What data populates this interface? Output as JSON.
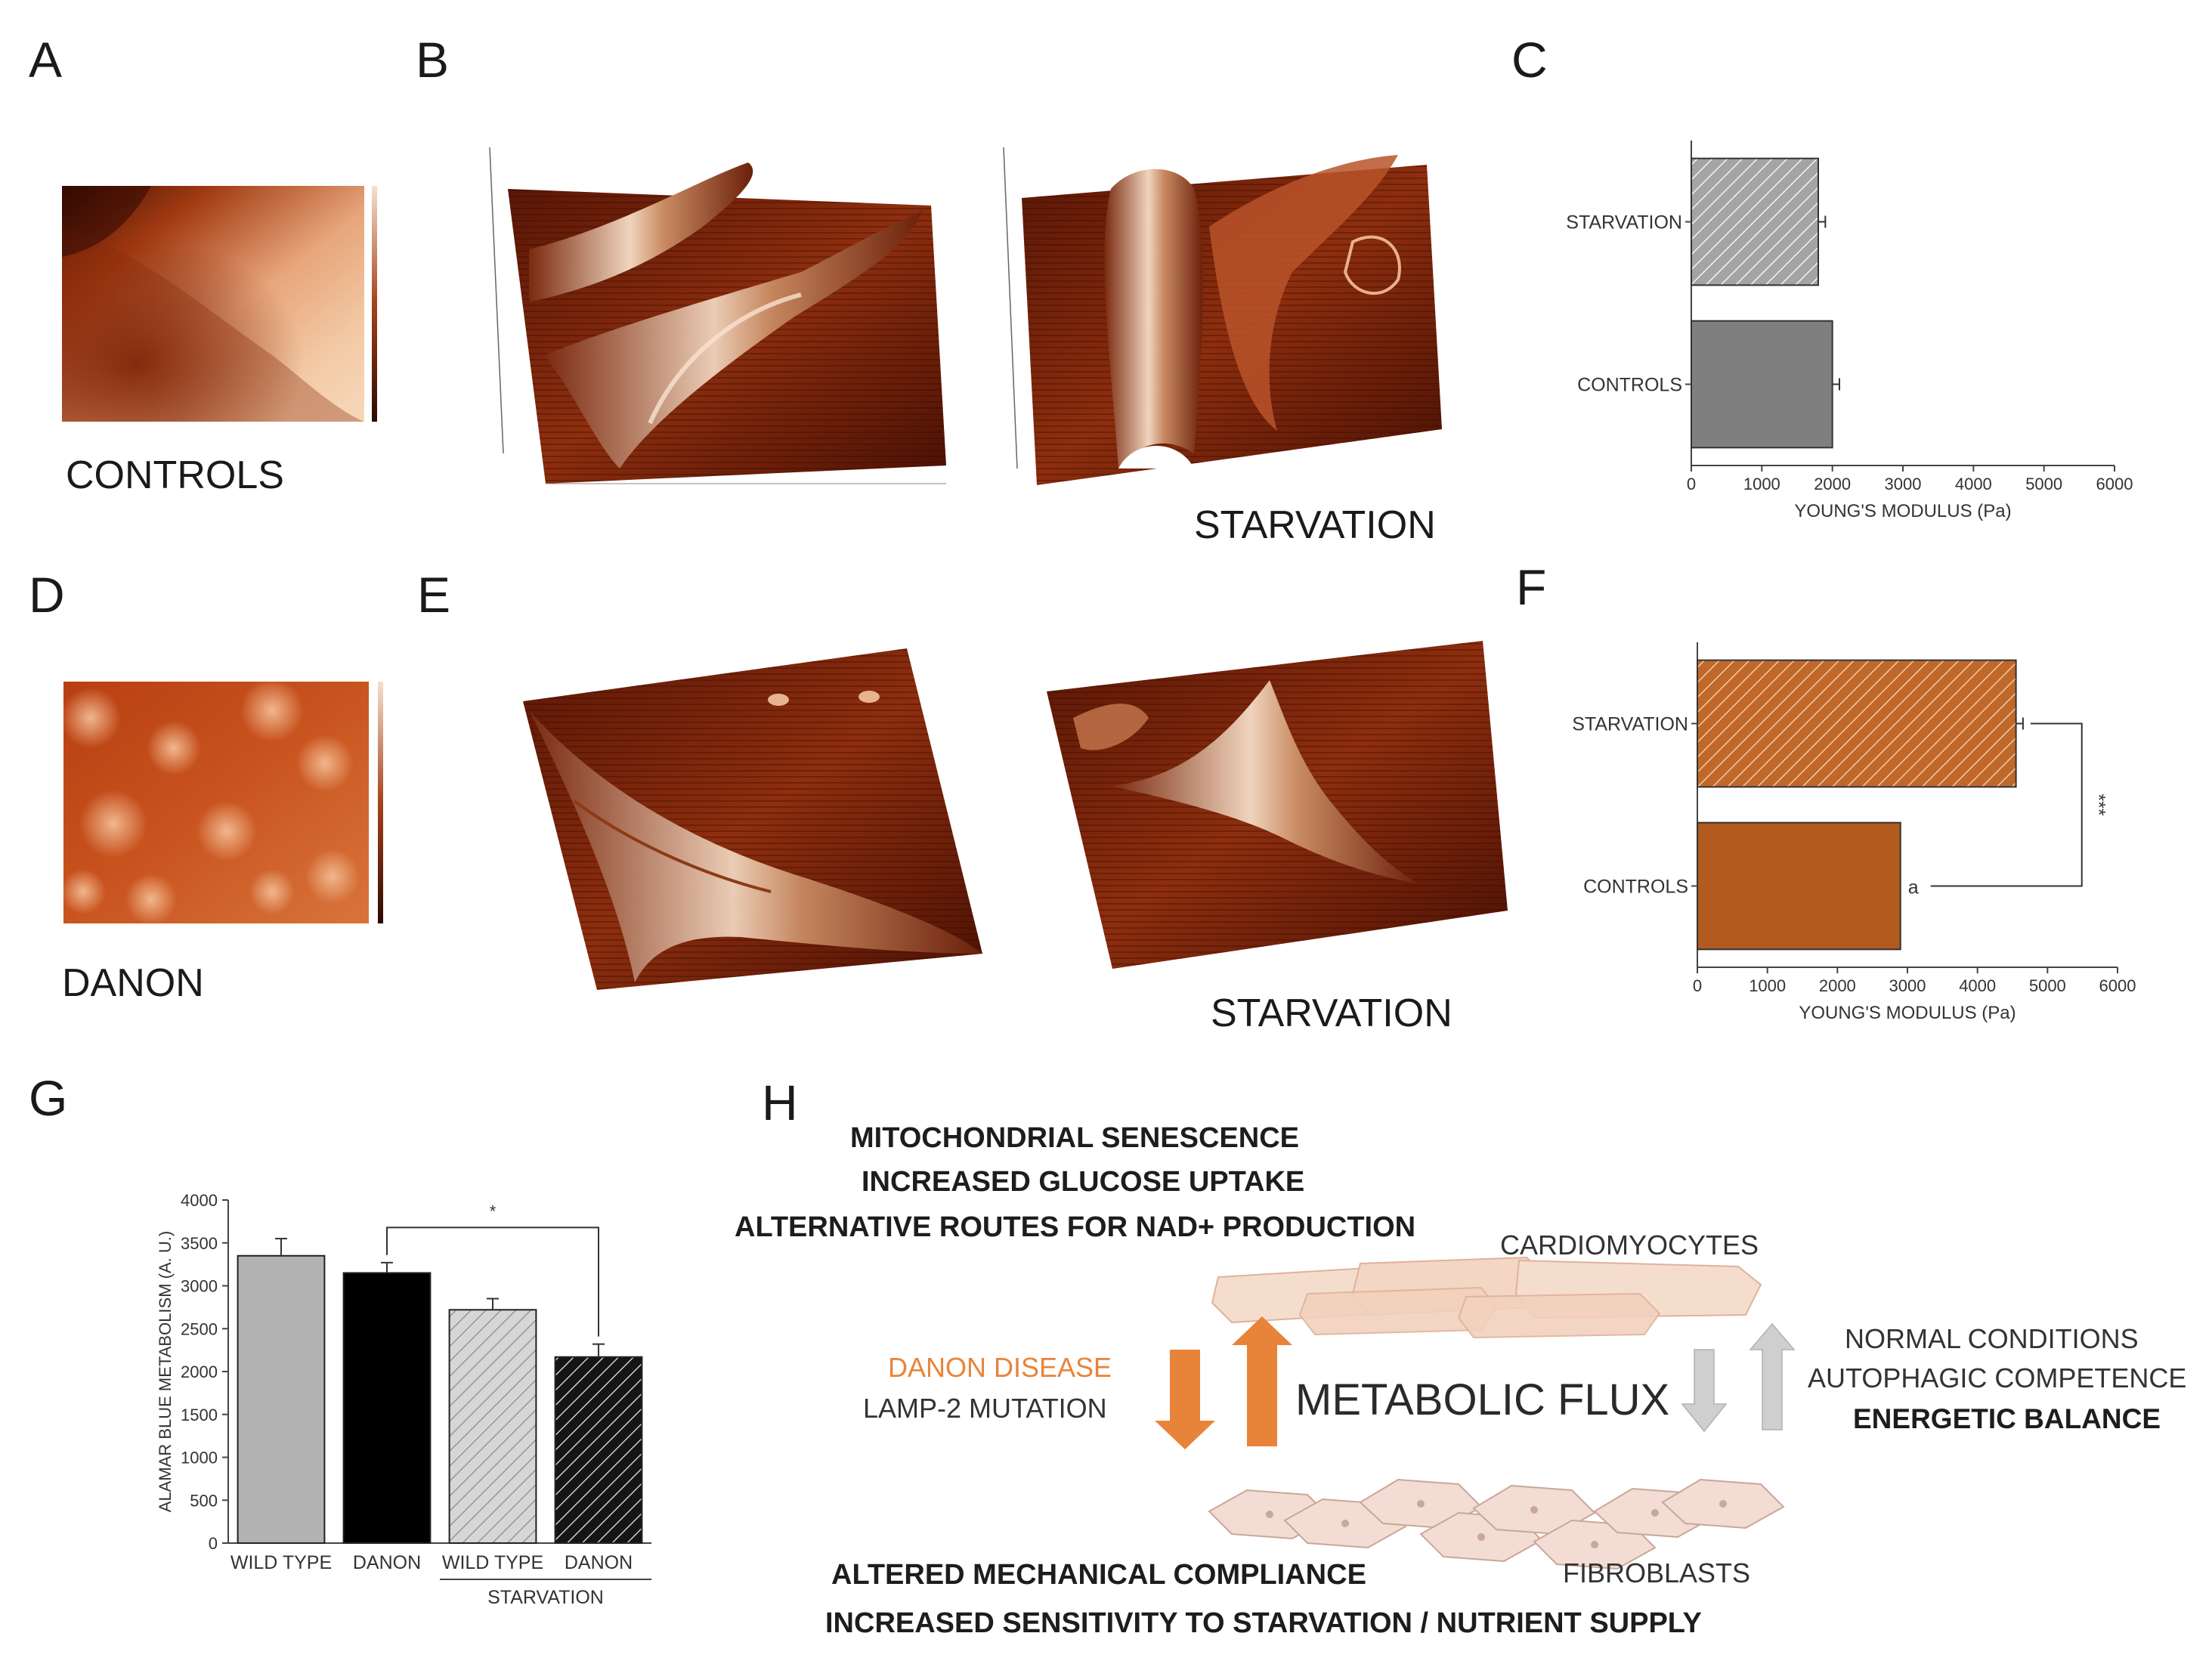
{
  "panels": {
    "A": {
      "letter": "A",
      "caption": "CONTROLS"
    },
    "B": {
      "letter": "B",
      "caption": "STARVATION"
    },
    "C": {
      "letter": "C"
    },
    "D": {
      "letter": "D",
      "caption": "DANON"
    },
    "E": {
      "letter": "E",
      "caption": "STARVATION"
    },
    "F": {
      "letter": "F"
    },
    "G": {
      "letter": "G"
    },
    "H": {
      "letter": "H"
    }
  },
  "chart_data": [
    {
      "id": "C",
      "type": "bar",
      "orientation": "horizontal",
      "categories": [
        "STARVATION",
        "CONTROLS"
      ],
      "values": [
        1800,
        2000
      ],
      "errors": [
        100,
        100
      ],
      "xlabel": "YOUNG'S MODULUS (Pa)",
      "ylabel": "",
      "xlim": [
        0,
        6000
      ],
      "ticks": [
        "0",
        "1000",
        "2000",
        "3000",
        "4000",
        "5000",
        "6000"
      ],
      "colors": [
        "#9a9a9a",
        "#7f7f7f"
      ],
      "hatched": [
        true,
        false
      ]
    },
    {
      "id": "F",
      "type": "bar",
      "orientation": "horizontal",
      "categories": [
        "STARVATION",
        "CONTROLS"
      ],
      "values": [
        4550,
        2900
      ],
      "errors": [
        100,
        0
      ],
      "annotations": [
        "",
        "a"
      ],
      "significance": "***",
      "xlabel": "YOUNG'S MODULUS (Pa)",
      "ylabel": "",
      "xlim": [
        0,
        6000
      ],
      "ticks": [
        "0",
        "1000",
        "2000",
        "3000",
        "4000",
        "5000",
        "6000"
      ],
      "colors": [
        "#c0682a",
        "#b35a1f"
      ],
      "hatched": [
        true,
        false
      ]
    },
    {
      "id": "G",
      "type": "bar",
      "orientation": "vertical",
      "categories": [
        "WILD TYPE",
        "DANON",
        "WILD TYPE",
        "DANON"
      ],
      "group_label": "STARVATION",
      "values": [
        3350,
        3150,
        2720,
        2170
      ],
      "errors": [
        200,
        120,
        130,
        150
      ],
      "significance": "*",
      "ylabel": "ALAMAR BLUE METABOLISM (A. U.)",
      "xlabel": "",
      "ylim": [
        0,
        4000
      ],
      "ticks": [
        "0",
        "500",
        "1000",
        "1500",
        "2000",
        "2500",
        "3000",
        "3500",
        "4000"
      ],
      "colors": [
        "#b3b3b3",
        "#000000",
        "#d0d0d0",
        "#1a1a1a"
      ],
      "hatched": [
        false,
        false,
        true,
        true
      ]
    }
  ],
  "schematic": {
    "top_lines": [
      "MITOCHONDRIAL SENESCENCE",
      "INCREASED GLUCOSE UPTAKE",
      "ALTERNATIVE ROUTES FOR NAD+ PRODUCTION"
    ],
    "cardiomyocytes": "CARDIOMYOCYTES",
    "danon_disease": "DANON DISEASE",
    "lamp2": "LAMP-2 MUTATION",
    "metabolic_flux": "METABOLIC FLUX",
    "normal_conditions": "NORMAL CONDITIONS",
    "autophagic": "AUTOPHAGIC COMPETENCE",
    "energetic": "ENERGETIC BALANCE",
    "fibroblasts": "FIBROBLASTS",
    "bottom_lines": [
      "ALTERED MECHANICAL COMPLIANCE",
      "INCREASED SENSITIVITY TO STARVATION / NUTRIENT SUPPLY"
    ],
    "colors": {
      "danon": "#e8843a",
      "arrow_orange": "#e8843a",
      "arrow_grey": "#c8c8c8",
      "cell": "#f2d3c2"
    }
  }
}
